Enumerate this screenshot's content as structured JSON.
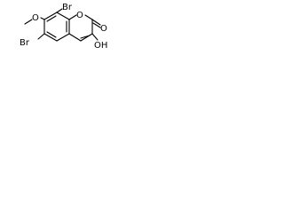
{
  "molecule": {
    "atoms": {
      "br_top": "Br",
      "br_bottom": "Br",
      "o_methoxy": "O",
      "o_ring": "O",
      "o_carbonyl": "O",
      "hydroxyl": "OH"
    }
  }
}
